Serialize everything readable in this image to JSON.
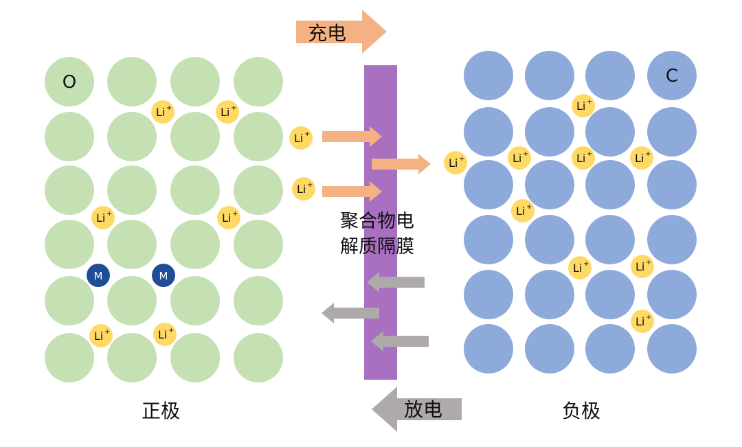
{
  "colors": {
    "cathode_atom": "#c5e0b3",
    "anode_atom": "#8eaadb",
    "lithium_ion": "#ffd966",
    "metal_atom": "#1f4e96",
    "separator": "#a96fc0",
    "charge_arrow": "#f4b183",
    "discharge_arrow": "#aeaaaa",
    "text": "#111111"
  },
  "labels": {
    "charge": "充电",
    "discharge": "放电",
    "separator_line1": "聚合物电",
    "separator_line2": "解质隔膜",
    "cathode": "正极",
    "anode": "负极",
    "cathode_atom": "O",
    "anode_atom": "C",
    "lithium_ion": "Li",
    "ion_charge": "+",
    "metal": "M"
  }
}
